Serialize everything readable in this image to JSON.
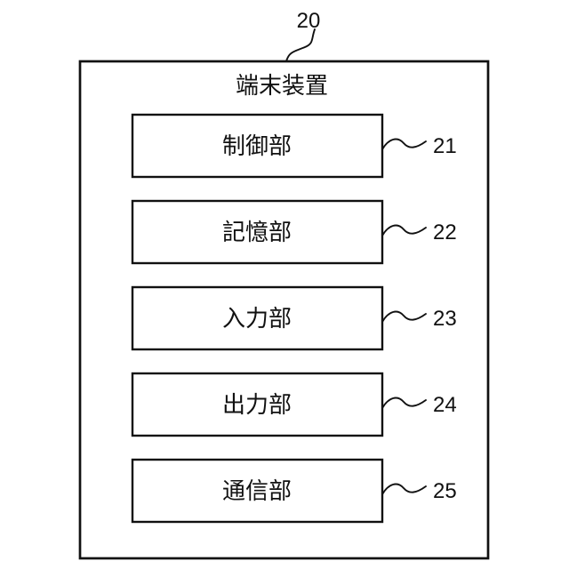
{
  "diagram": {
    "type": "block-diagram",
    "outer": {
      "title": "端末装置",
      "ref": "20"
    },
    "units": [
      {
        "label": "制御部",
        "ref": "21"
      },
      {
        "label": "記憶部",
        "ref": "22"
      },
      {
        "label": "入力部",
        "ref": "23"
      },
      {
        "label": "出力部",
        "ref": "24"
      },
      {
        "label": "通信部",
        "ref": "25"
      }
    ],
    "colors": {
      "line": "#111111",
      "background": "#ffffff",
      "box_fill": "#ffffff"
    }
  }
}
